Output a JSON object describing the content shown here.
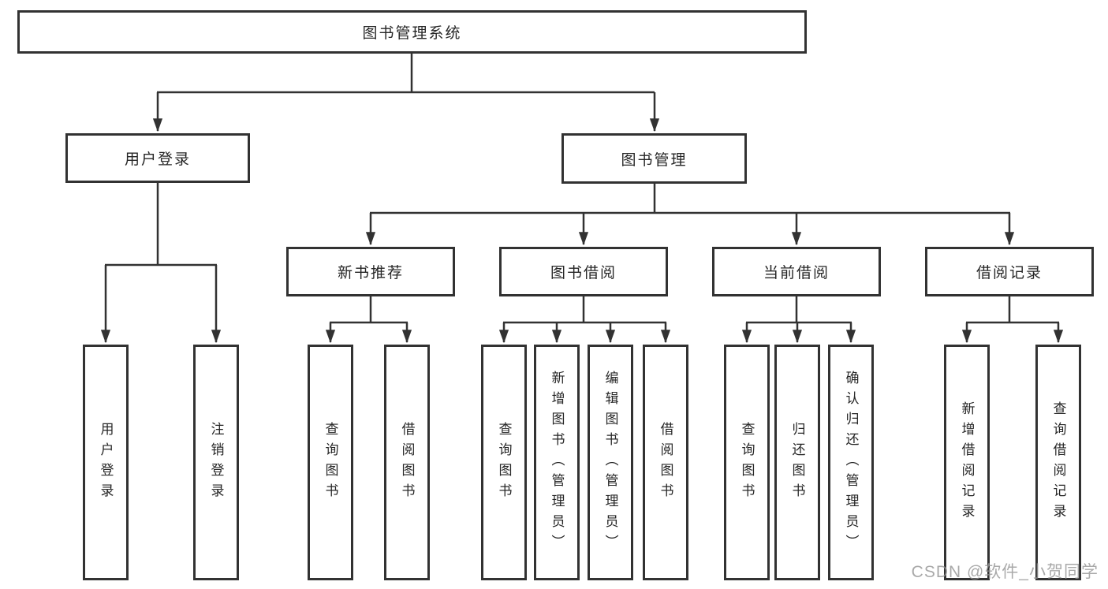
{
  "diagram": {
    "watermark": "CSDN @软件_小贺同学",
    "colors": {
      "box_border": "#323232",
      "box_text": "#262626",
      "connector": "#323232",
      "watermark_text": "#949494",
      "background": "#ffffff"
    },
    "tree": {
      "label": "图书管理系统",
      "children": [
        {
          "label": "用户登录",
          "children": [
            {
              "label": "用户登录"
            },
            {
              "label": "注销登录"
            }
          ]
        },
        {
          "label": "图书管理",
          "children": [
            {
              "label": "新书推荐",
              "children": [
                {
                  "label": "查询图书"
                },
                {
                  "label": "借阅图书"
                }
              ]
            },
            {
              "label": "图书借阅",
              "children": [
                {
                  "label": "查询图书"
                },
                {
                  "label": "新增图书（管理员）"
                },
                {
                  "label": "编辑图书（管理员）"
                },
                {
                  "label": "借阅图书"
                }
              ]
            },
            {
              "label": "当前借阅",
              "children": [
                {
                  "label": "查询图书"
                },
                {
                  "label": "归还图书"
                },
                {
                  "label": "确认归还（管理员）"
                }
              ]
            },
            {
              "label": "借阅记录",
              "children": [
                {
                  "label": "新增借阅记录"
                },
                {
                  "label": "查询借阅记录"
                }
              ]
            }
          ]
        }
      ]
    }
  }
}
